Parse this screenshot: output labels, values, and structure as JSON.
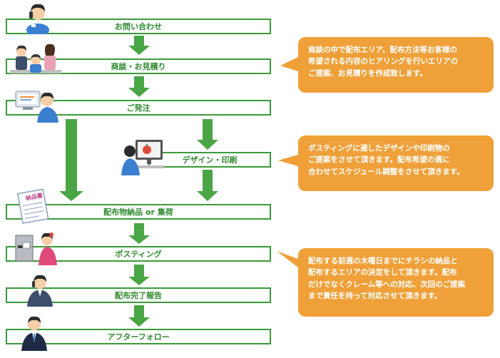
{
  "colors": {
    "step_border": "#3a9a3a",
    "step_text": "#2f8a2f",
    "arrow": "#4aa545",
    "callout_bg": "#f0a038",
    "callout_text": "#ffffff"
  },
  "steps": [
    {
      "label": "お問い合わせ"
    },
    {
      "label": "商談・お見積り"
    },
    {
      "label": "ご発注"
    },
    {
      "label": "デザイン・印刷"
    },
    {
      "label": "配布物納品 or 集荷"
    },
    {
      "label": "ポスティング"
    },
    {
      "label": "配布完了報告"
    },
    {
      "label": "アフターフォロー"
    }
  ],
  "callouts": [
    {
      "lines": [
        "商談の中で配布エリア、配布方法等お客様の",
        "希望される内容のヒアリングを行いエリアの",
        "ご提案、お見積りを作成致します。"
      ]
    },
    {
      "lines": [
        "ポスティングに適したデザインや印刷物の",
        "ご提案をさせて頂きます。配布希望の週に",
        "合わせてスケジュール調整をさせて頂きます。"
      ]
    },
    {
      "lines": [
        "配布する前週の木曜日までにチラシの納品と",
        "配布するエリアの決定をして頂きます。配布",
        "だけでなくクレーム等への対応、次回のご提案",
        "まで責任を持って対応させて頂きます。"
      ]
    }
  ],
  "icons": {
    "phone_person": "phone-person-icon",
    "meeting": "meeting-people-icon",
    "computer_person": "computer-person-icon",
    "designer": "designer-at-monitor-icon",
    "delivery_slip": "delivery-slip-icon",
    "posting": "posting-mailbox-icon",
    "report": "report-phone-icon",
    "follow_up": "follow-up-person-icon"
  },
  "delivery_slip_text": "納品書"
}
